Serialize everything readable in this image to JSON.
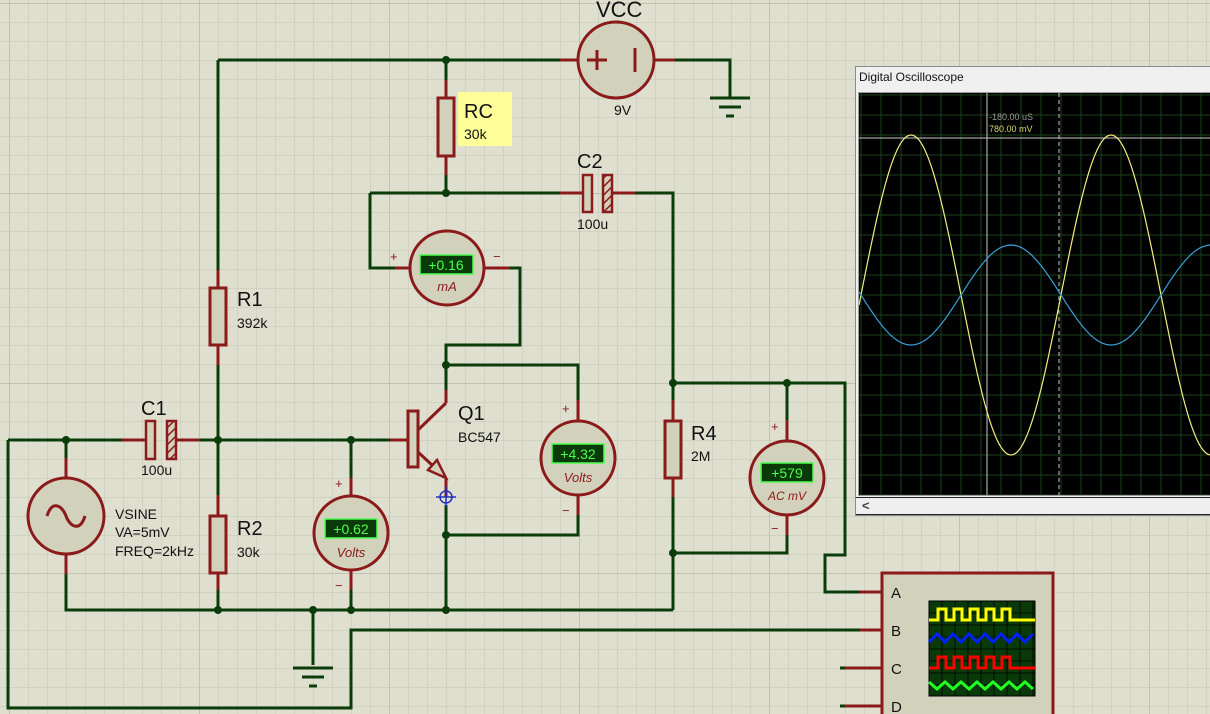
{
  "components": {
    "vcc": {
      "name": "VCC",
      "value": "9V"
    },
    "rc": {
      "name": "RC",
      "value": "30k"
    },
    "c2": {
      "name": "C2",
      "value": "100u"
    },
    "r1": {
      "name": "R1",
      "value": "392k"
    },
    "c1": {
      "name": "C1",
      "value": "100u"
    },
    "r2": {
      "name": "R2",
      "value": "30k"
    },
    "q1": {
      "name": "Q1",
      "value": "BC547"
    },
    "r4": {
      "name": "R4",
      "value": "2M"
    },
    "vsine": {
      "name": "VSINE",
      "va": "VA=5mV",
      "freq": "FREQ=2kHz"
    }
  },
  "meters": {
    "ammeter": {
      "reading": "+0.16",
      "unit": "mA",
      "plus": "+",
      "minus": "−"
    },
    "vbe": {
      "reading": "+0.62",
      "unit": "Volts",
      "plus": "+",
      "minus": "−"
    },
    "vce": {
      "reading": "+4.32",
      "unit": "Volts",
      "plus": "+",
      "minus": "−"
    },
    "vac": {
      "reading": "+579",
      "unit": "AC mV",
      "plus": "+",
      "minus": "−"
    }
  },
  "scope_symbol": {
    "channels": [
      "A",
      "B",
      "C",
      "D"
    ]
  },
  "oscilloscope": {
    "title": "Digital Oscilloscope",
    "cursor_time": "-180.00 uS",
    "cursor_voltage": "780.00 mV",
    "scroll_left": "<",
    "trace_colors": {
      "ch_a": "#f0f080",
      "ch_b": "#3aa0d8"
    }
  },
  "colors": {
    "wire": "#0a3d0a",
    "component": "#8b1a1a",
    "body_fill": "#d2d2bc",
    "grid_minor": "#c4c4b4",
    "highlight": "#ffff99"
  }
}
